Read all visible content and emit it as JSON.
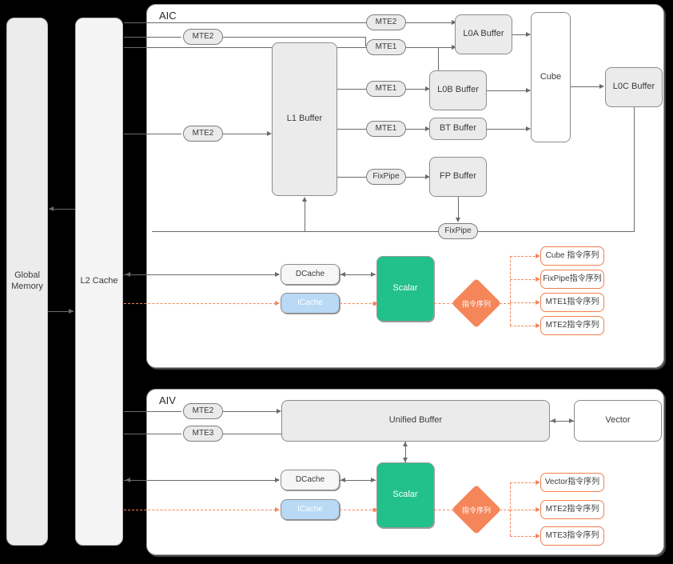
{
  "memory": {
    "global_memory": "Global\nMemory",
    "global_memory_label": "Global Memory",
    "l2_cache": "L2 Cache"
  },
  "aic": {
    "title": "AIC",
    "mte2_top": "MTE2",
    "mte2_mid": "MTE2",
    "l1_buffer": "L1 Buffer",
    "mte1_a": "MTE1",
    "mte1_b": "MTE1",
    "mte1_c": "MTE1",
    "fixpipe_pipe": "FixPipe",
    "l0a_buffer": "L0A Buffer",
    "l0b_buffer": "L0B Buffer",
    "bt_buffer": "BT Buffer",
    "fp_buffer": "FP Buffer",
    "cube": "Cube",
    "l0c_buffer": "L0C Buffer",
    "fixpipe_node": "FixPipe",
    "dcache": "DCache",
    "icache": "ICache",
    "scalar": "Scalar",
    "dispatch": "指令序列",
    "queues": [
      "Cube 指令序列",
      "FixPipe指令序列",
      "MTE1指令序列",
      "MTE2指令序列"
    ]
  },
  "aiv": {
    "title": "AIV",
    "mte2": "MTE2",
    "mte3": "MTE3",
    "unified_buffer": "Unified Buffer",
    "vector": "Vector",
    "dcache": "DCache",
    "icache": "ICache",
    "scalar": "Scalar",
    "dispatch": "指令序列",
    "queues": [
      "Vector指令序列",
      "MTE2指令序列",
      "MTE3指令序列"
    ]
  },
  "colors": {
    "background": "#000000",
    "scalar_fill": "#22c08a",
    "icache_fill": "#b9d9f5",
    "accent_orange": "#f4865a",
    "buffer_fill": "#ebebeb",
    "line": "#6b6b6b"
  }
}
